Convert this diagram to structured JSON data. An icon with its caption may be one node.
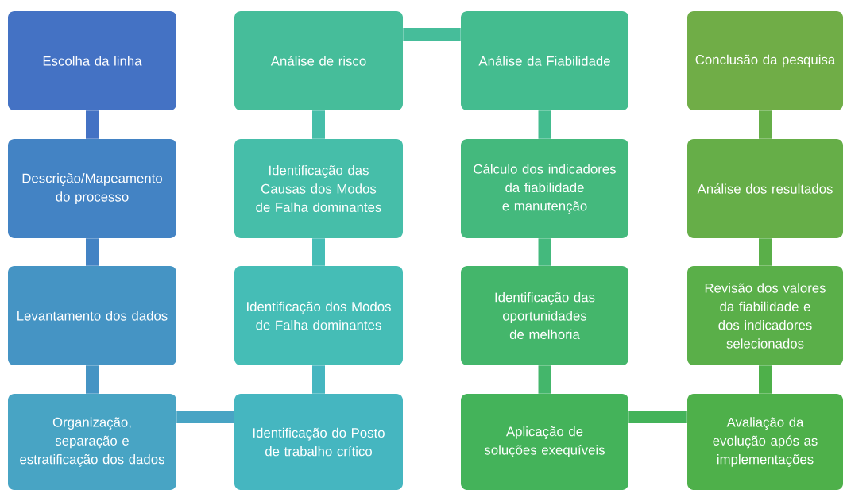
{
  "diagram": {
    "nodes": [
      {
        "text": [
          "Escolha da linha"
        ]
      },
      {
        "text": [
          "Descrição/Mapeamento do processo"
        ]
      },
      {
        "text": [
          "Levantamento dos dados"
        ]
      },
      {
        "text": [
          "Organização, separação e estratificação dos dados"
        ]
      },
      {
        "text": [
          "Análise de risco"
        ]
      },
      {
        "text": [
          "Identificação das Causas dos Modos de Falha dominantes"
        ]
      },
      {
        "text": [
          "Identificação dos Modos de Falha dominantes"
        ]
      },
      {
        "text": [
          "Identificação do Posto de trabalho crítico"
        ]
      },
      {
        "text": [
          "Análise da Fiabilidade"
        ]
      },
      {
        "text": [
          "Cálculo dos indicadores da fiabilidade e manutenção"
        ]
      },
      {
        "text": [
          "Identificação das oportunidades de melhoria"
        ]
      },
      {
        "text": [
          "Aplicação de soluções exequíveis"
        ]
      },
      {
        "text": [
          "Conclusão da pesquisa"
        ]
      },
      {
        "text": [
          "Análise dos resultados"
        ]
      },
      {
        "text": [
          "Revisão dos valores da fiabilidade e dos indicadores selecionados"
        ]
      },
      {
        "text": [
          "Avaliação da evolução após as implementações"
        ]
      }
    ],
    "edges": [
      {
        "from": 0,
        "to": 1,
        "arrow": "none",
        "color": "#4472c4"
      },
      {
        "from": 1,
        "to": 2,
        "arrow": "none",
        "color": "#4383c4"
      },
      {
        "from": 2,
        "to": 3,
        "arrow": "none",
        "color": "#4594c4"
      },
      {
        "from": 3,
        "to": 7,
        "arrow": "none",
        "color": "#48a4c4"
      },
      {
        "from": 7,
        "to": 6,
        "arrow": "none",
        "color": "#45b6c0"
      },
      {
        "from": 6,
        "to": 5,
        "arrow": "none",
        "color": "#45bdb6"
      },
      {
        "from": 5,
        "to": 4,
        "arrow": "none",
        "color": "#46bea9"
      },
      {
        "from": 4,
        "to": 8,
        "arrow": "none",
        "color": "#46bd9a"
      },
      {
        "from": 8,
        "to": 9,
        "arrow": "none",
        "color": "#44bc8f"
      },
      {
        "from": 9,
        "to": 10,
        "arrow": "none",
        "color": "#44b97d"
      },
      {
        "from": 10,
        "to": 11,
        "arrow": "none",
        "color": "#44b66b"
      },
      {
        "from": 11,
        "to": 15,
        "arrow": "none",
        "color": "#44b35a"
      },
      {
        "from": 15,
        "to": 14,
        "arrow": "none",
        "color": "#4eb04a"
      },
      {
        "from": 14,
        "to": 13,
        "arrow": "none",
        "color": "#5aaf49"
      },
      {
        "from": 13,
        "to": 12,
        "arrow": "none",
        "color": "#66ae48"
      }
    ]
  }
}
